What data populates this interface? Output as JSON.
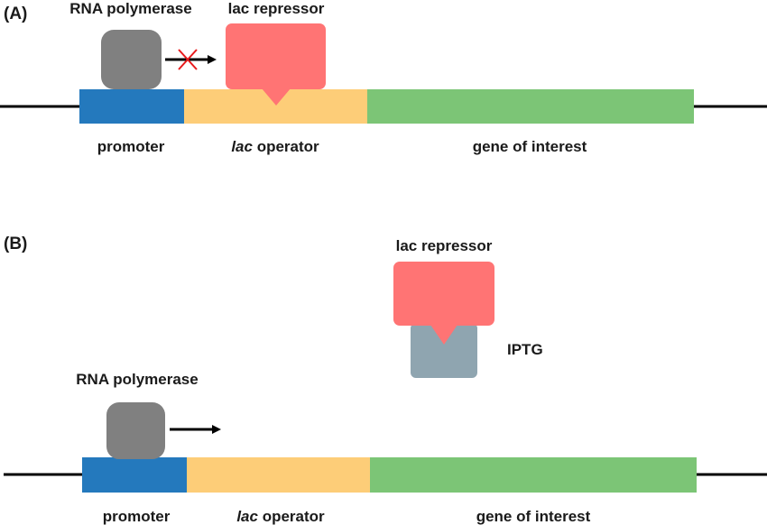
{
  "panels": [
    {
      "label": "(A)",
      "rna_polymerase_label": "RNA polymerase",
      "lac_repressor_label": "lac repressor",
      "segments": {
        "promoter": "promoter",
        "operator_italic": "lac",
        "operator_rest": " operator",
        "gene": "gene of interest"
      },
      "transcription_blocked": true
    },
    {
      "label": "(B)",
      "rna_polymerase_label": "RNA polymerase",
      "lac_repressor_label": "lac repressor",
      "iptg_label": "IPTG",
      "segments": {
        "promoter": "promoter",
        "operator_italic": "lac",
        "operator_rest": " operator",
        "gene": "gene of interest"
      },
      "transcription_blocked": false
    }
  ],
  "colors": {
    "dna_line": "#000000",
    "promoter": "#2479BD",
    "operator": "#FDCD78",
    "gene": "#7CC576",
    "rna_polymerase": "#808080",
    "lac_repressor": "#FF7474",
    "iptg": "#8FA5B0",
    "block_cross": "#E8191B",
    "arrow": "#000000"
  }
}
